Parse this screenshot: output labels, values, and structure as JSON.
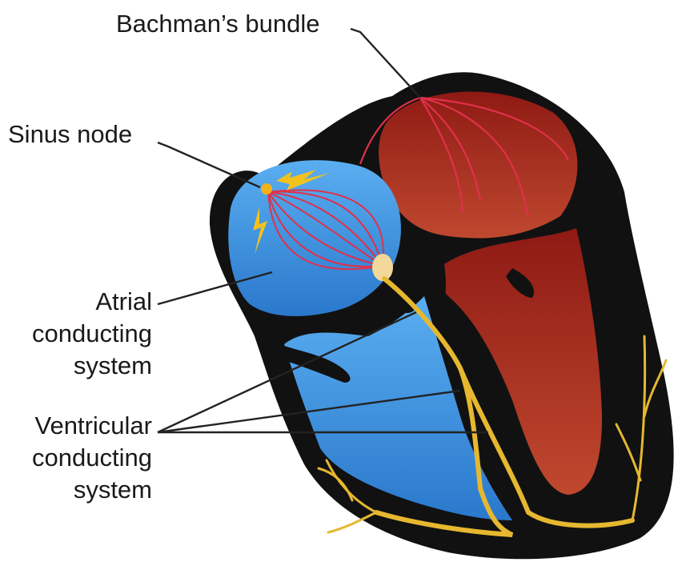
{
  "labels": {
    "bachman": "Bachman’s bundle",
    "sinus": "Sinus node",
    "atrial": [
      "Atrial",
      "conducting",
      "system"
    ],
    "ventricular": [
      "Ventricular",
      "conducting",
      "system"
    ]
  },
  "colors": {
    "outline": "#111111",
    "right_heart_blue": "#3a8fd8",
    "left_heart_red": "#9e1f16",
    "conduction_yellow": "#e6b830",
    "atrial_fibers_red": "#e0304a",
    "leader_lines": "#222222"
  }
}
